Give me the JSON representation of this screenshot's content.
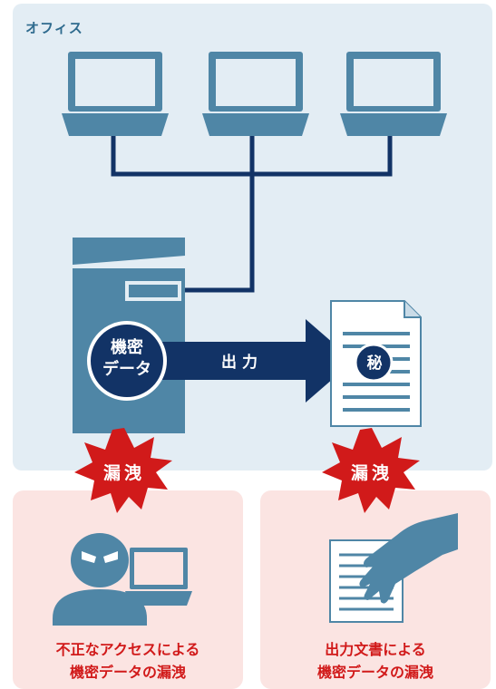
{
  "office": {
    "label": "オフィス"
  },
  "flow": {
    "output_label": "出力"
  },
  "device": {
    "data_label_line1": "機密",
    "data_label_line2": "データ"
  },
  "document": {
    "secret_mark": "秘"
  },
  "leak_bursts": [
    {
      "label": "漏洩"
    },
    {
      "label": "漏洩"
    }
  ],
  "risks": [
    {
      "line1": "不正なアクセスによる",
      "line2": "機密データの漏洩"
    },
    {
      "line1": "出力文書による",
      "line2": "機密データの漏洩"
    }
  ],
  "colors": {
    "office_bg": "#e3edf4",
    "icon": "#4f86a6",
    "navy": "#123366",
    "burst": "#d11a1a",
    "risk_bg": "#fbe4e2"
  }
}
